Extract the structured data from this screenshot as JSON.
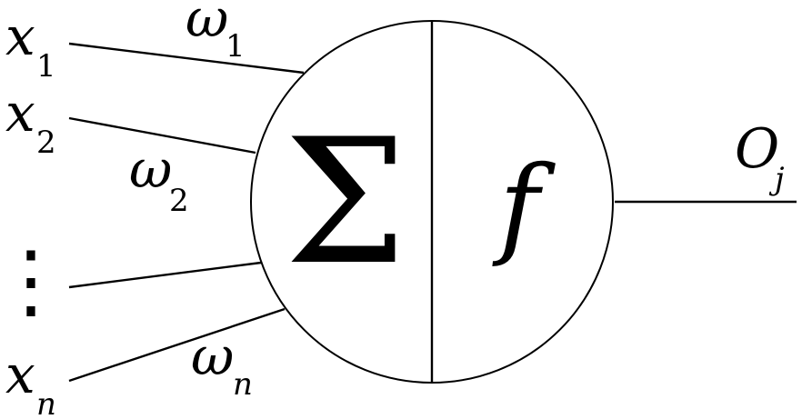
{
  "inputs": [
    {
      "symbol": "x",
      "subscript": "1"
    },
    {
      "symbol": "x",
      "subscript": "2"
    },
    {
      "symbol": "x",
      "subscript": "n"
    }
  ],
  "weights": [
    {
      "symbol": "ω",
      "subscript": "1"
    },
    {
      "symbol": "ω",
      "subscript": "2"
    },
    {
      "symbol": "ω",
      "subscript": "n"
    }
  ],
  "ellipsis": "⋮",
  "summation": {
    "symbol": "Σ"
  },
  "activation": {
    "symbol": "f"
  },
  "output": {
    "symbol": "O",
    "subscript": "j"
  }
}
